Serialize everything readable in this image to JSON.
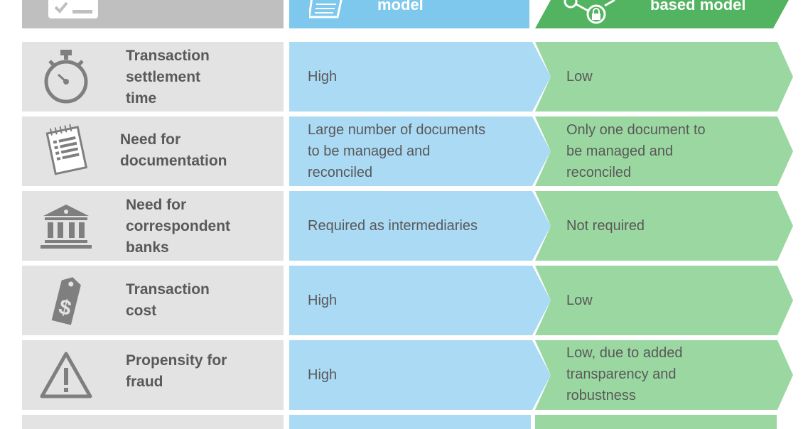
{
  "header": {
    "col_mid": "model",
    "col_right": "based model"
  },
  "colors": {
    "header_grey": "#bfbfbf",
    "header_blue": "#7ec8ed",
    "header_green": "#52b360",
    "row_grey": "#e3e3e3",
    "row_blue": "#abdaf4",
    "row_green": "#9bd7a1",
    "text": "#595959",
    "icon": "#7f7f7f"
  },
  "rows": [
    {
      "icon": "stopwatch-icon",
      "label": "Transaction\nsettlement\ntime",
      "mid": "High",
      "right": "Low"
    },
    {
      "icon": "document-icon",
      "label": "Need for\ndocumentation",
      "mid": "Large number of documents\nto be managed and\nreconciled",
      "right": "Only one document to\nbe managed and\nreconciled"
    },
    {
      "icon": "bank-icon",
      "label": "Need for\ncorrespondent\nbanks",
      "mid": "Required as intermediaries",
      "right": "Not required"
    },
    {
      "icon": "price-tag-icon",
      "label": "Transaction\ncost",
      "mid": "High",
      "right": "Low"
    },
    {
      "icon": "warning-icon",
      "label": "Propensity for\nfraud",
      "mid": "High",
      "right": "Low, due to added\ntransparency and\nrobustness"
    }
  ]
}
